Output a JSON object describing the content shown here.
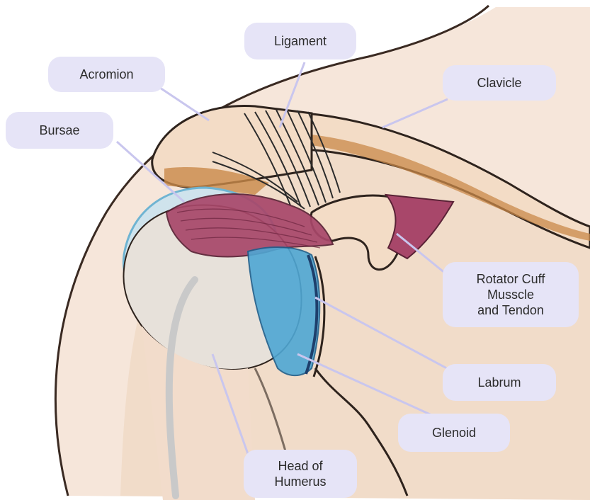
{
  "labels": {
    "ligament": "Ligament",
    "acromion": "Acromion",
    "clavicle": "Clavicle",
    "bursae": "Bursae",
    "rotator_cuff": "Rotator Cuff\nMusscle\nand Tendon",
    "labrum": "Labrum",
    "glenoid": "Glenoid",
    "head_of_humerus": "Head of\nHumerus"
  },
  "colors": {
    "label_background": "#e6e4f7",
    "skin": "#f1dcc9",
    "bone": "#f3dcc6",
    "bone_outline": "#3a2a22",
    "bursa": "#cfe3ec",
    "muscle": "#a8476a",
    "cartilage": "#4fa7d4",
    "clavicle_shading": "#c98a4a"
  }
}
